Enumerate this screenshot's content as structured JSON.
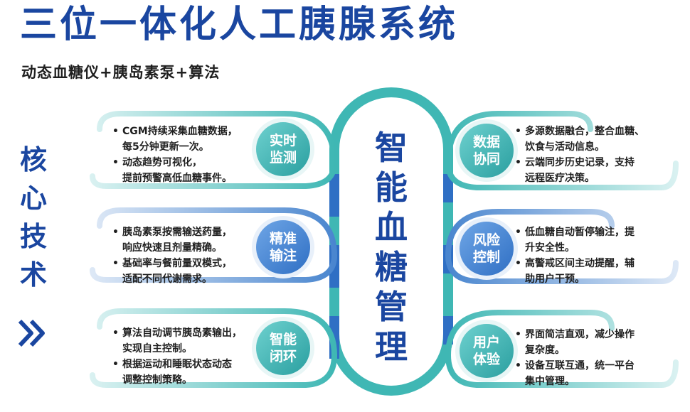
{
  "title": "三位一体化人工胰腺系统",
  "subtitle": "动态血糖仪+胰岛素泵+算法",
  "side_label": [
    "核",
    "心",
    "技",
    "术"
  ],
  "center_label": [
    "智",
    "能",
    "血",
    "糖",
    "管",
    "理"
  ],
  "colors": {
    "title": "#1a46a0",
    "teal": "#2fb3b0",
    "blue": "#2f6fc4",
    "light": "#8fd6d6",
    "text": "#1f1f1f"
  },
  "cards": {
    "tl": {
      "badge": "实时\n监测",
      "bullets": [
        "CGM持续采集血糖数据，\n每5分钟更新一次。",
        "动态趋势可视化，\n提前预警高低血糖事件。"
      ]
    },
    "ml": {
      "badge": "精准\n输注",
      "bullets": [
        "胰岛素泵按需输送药量，\n响应快速且剂量精确。",
        "基础率与餐前量双模式，\n适配不同代谢需求。"
      ]
    },
    "bl": {
      "badge": "智能\n闭环",
      "bullets": [
        "算法自动调节胰岛素输出，\n实现自主控制。",
        "根据运动和睡眠状态动态\n调整控制策略。"
      ]
    },
    "tr": {
      "badge": "数据\n协同",
      "bullets": [
        "多源数据融合，整合血糖、\n饮食与活动信息。",
        "云端同步历史记录，支持\n远程医疗决策。"
      ]
    },
    "mr": {
      "badge": "风险\n控制",
      "bullets": [
        "低血糖自动暂停输注，提\n升安全性。",
        "高警戒区间主动提醒，辅\n助用户干预。"
      ]
    },
    "br": {
      "badge": "用户\n体验",
      "bullets": [
        "界面简洁直观，减少操作\n复杂度。",
        "设备互联互通，统一平台\n集中管理。"
      ]
    }
  }
}
